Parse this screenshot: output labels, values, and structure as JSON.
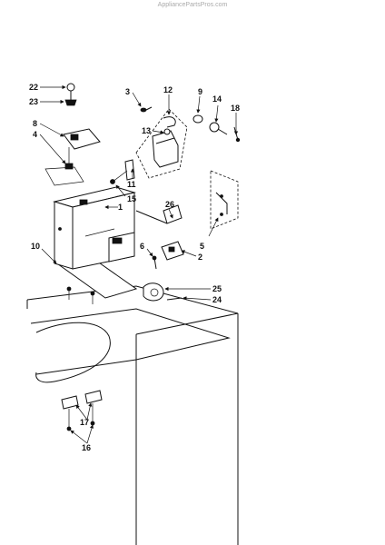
{
  "watermark": "AppliancePartsPros.com",
  "callouts": {
    "c1": "1",
    "c2": "2",
    "c3": "3",
    "c4": "4",
    "c5": "5",
    "c6": "6",
    "c8": "8",
    "c9": "9",
    "c10": "10",
    "c11": "11",
    "c12": "12",
    "c13": "13",
    "c14": "14",
    "c15": "15",
    "c16": "16",
    "c17": "17",
    "c18": "18",
    "c22": "22",
    "c23": "23",
    "c24": "24",
    "c25": "25",
    "c26": "26"
  }
}
